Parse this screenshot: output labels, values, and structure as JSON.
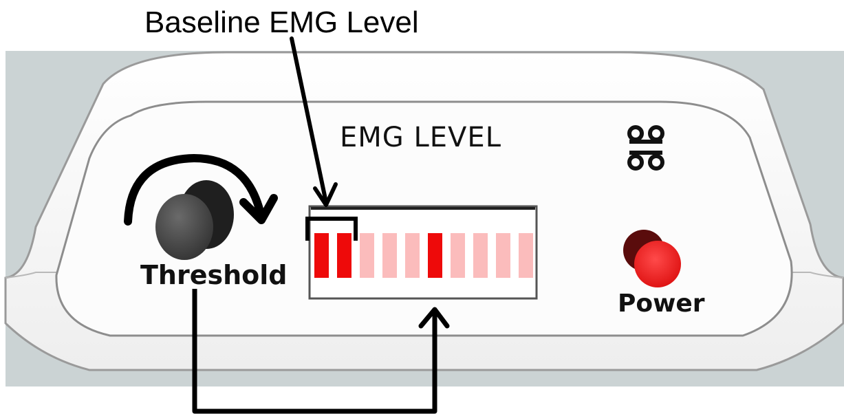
{
  "callout": {
    "label": "Baseline EMG Level"
  },
  "device": {
    "title": "EMG LEVEL",
    "logo_icon": "oo-oo-logo-icon",
    "knob": {
      "label": "Threshold"
    },
    "power": {
      "label": "Power"
    },
    "level_meter": {
      "segment_count": 10,
      "baseline_segments": 2,
      "threshold_segment": 6,
      "colors": {
        "lit": "#ee0a0a",
        "unlit": "#fbbcbc"
      }
    },
    "power_button_color": "#f02828"
  }
}
